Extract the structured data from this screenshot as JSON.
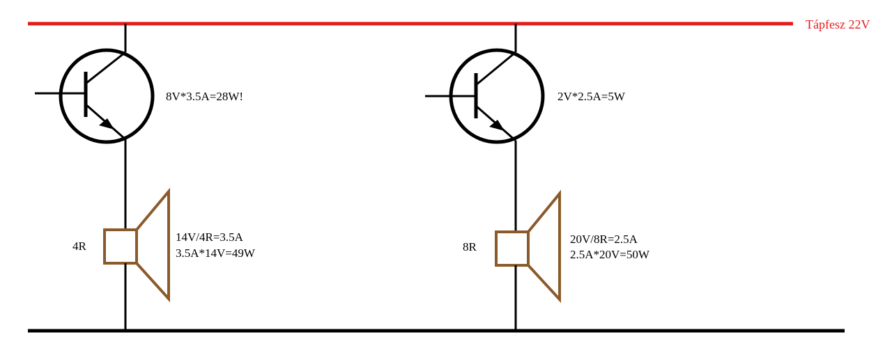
{
  "supply": {
    "label": "Tápfesz 22V",
    "color": "#e41b1b"
  },
  "wire_color": "#000000",
  "speaker_color": "#8b5a2b",
  "circuits": [
    {
      "transistor_power": "8V*3.5A=28W!",
      "speaker_impedance": "4R",
      "speaker_current": "14V/4R=3.5A",
      "speaker_power": "3.5A*14V=49W"
    },
    {
      "transistor_power": "2V*2.5A=5W",
      "speaker_impedance": "8R",
      "speaker_current": "20V/8R=2.5A",
      "speaker_power": "2.5A*20V=50W"
    }
  ]
}
